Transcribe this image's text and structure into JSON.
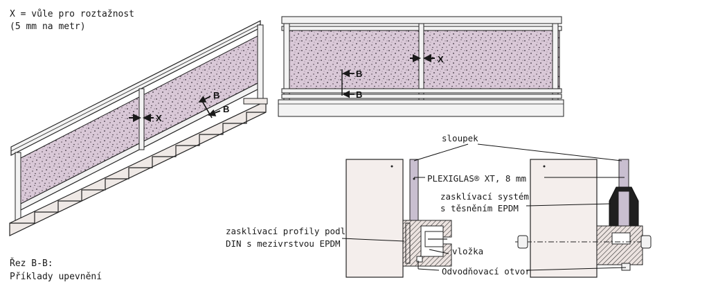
{
  "notes": {
    "expansion_line1": "X = vůle pro roztažnost",
    "expansion_line2": "(5 mm na metr)",
    "section_line1": "Řez B-B:",
    "section_line2": "Příklady upevnění"
  },
  "markers": {
    "x": "X",
    "b": "B"
  },
  "labels": {
    "post": "sloupek",
    "plexiglas": "PLEXIGLAS® XT, 8 mm",
    "glazing_line1": "zasklívací systém",
    "glazing_line2": "s těsněním EPDM",
    "profiles_line1": "zasklívací profily podle",
    "profiles_line2": "DIN s mezivrstvou EPDM",
    "insert": "vložka",
    "drain": "Odvodňovací otvor"
  },
  "colors": {
    "panel_fill": "#d9c8d7",
    "line": "#1a1a1a",
    "wall": "#f4eeec",
    "glass": "#c9bfd0"
  }
}
